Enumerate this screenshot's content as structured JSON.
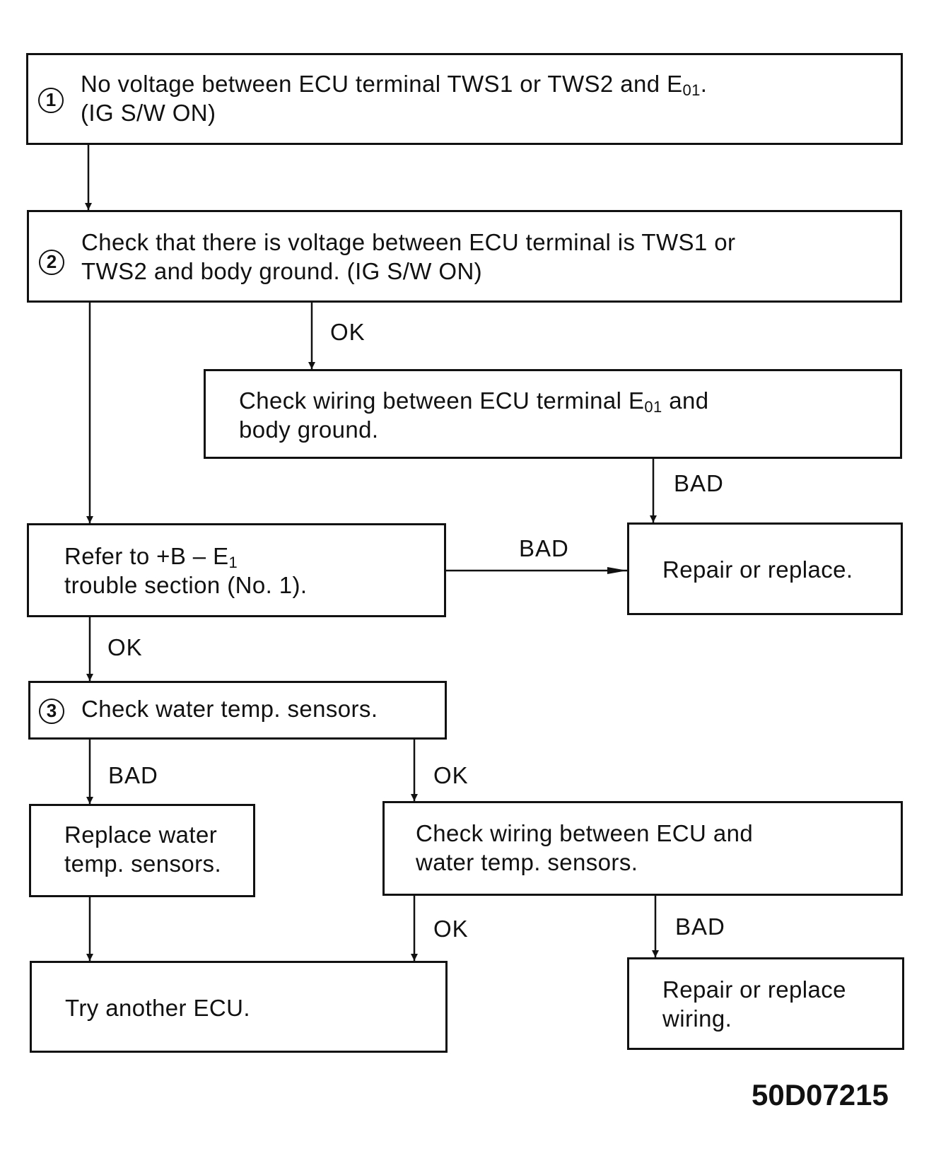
{
  "steps": {
    "s1": {
      "number": "1",
      "line1": "No voltage between ECU terminal TWS1 or TWS2 and E",
      "sub": "01",
      "line1_tail": ".",
      "line2": "(IG S/W ON)"
    },
    "s2": {
      "number": "2",
      "line1": "Check that there is voltage between ECU terminal is TWS1 or",
      "line2": "TWS2 and body ground. (IG S/W ON)"
    },
    "e01": {
      "line1": "Check wiring between ECU terminal E",
      "sub": "01",
      "line1_tail": " and",
      "line2": "body ground."
    },
    "refer": {
      "line1": "Refer to +B – E",
      "sub": "1",
      "line2": "trouble section (No. 1)."
    },
    "repair1": {
      "line1": "Repair or replace."
    },
    "s3": {
      "number": "3",
      "line1": "Check water temp. sensors."
    },
    "replace": {
      "line1": "Replace water",
      "line2": "temp. sensors."
    },
    "wiring": {
      "line1": "Check wiring between ECU and",
      "line2": "water temp. sensors."
    },
    "try": {
      "line1": "Try another ECU."
    },
    "repair2": {
      "line1": "Repair or replace",
      "line2": "wiring."
    }
  },
  "edges": {
    "ok1": "OK",
    "bad1": "BAD",
    "bad2": "BAD",
    "ok2": "OK",
    "bad3": "BAD",
    "ok3": "OK",
    "ok4": "OK",
    "bad4": "BAD"
  },
  "figure_code": "50D07215"
}
